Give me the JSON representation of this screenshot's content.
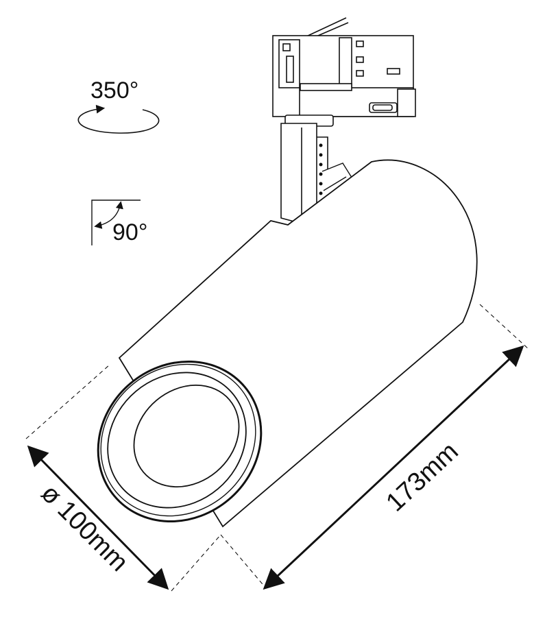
{
  "rotation": {
    "label": "350°"
  },
  "tilt": {
    "label": "90°"
  },
  "dimensions": {
    "length": "173mm",
    "diameter": "ø 100mm"
  }
}
